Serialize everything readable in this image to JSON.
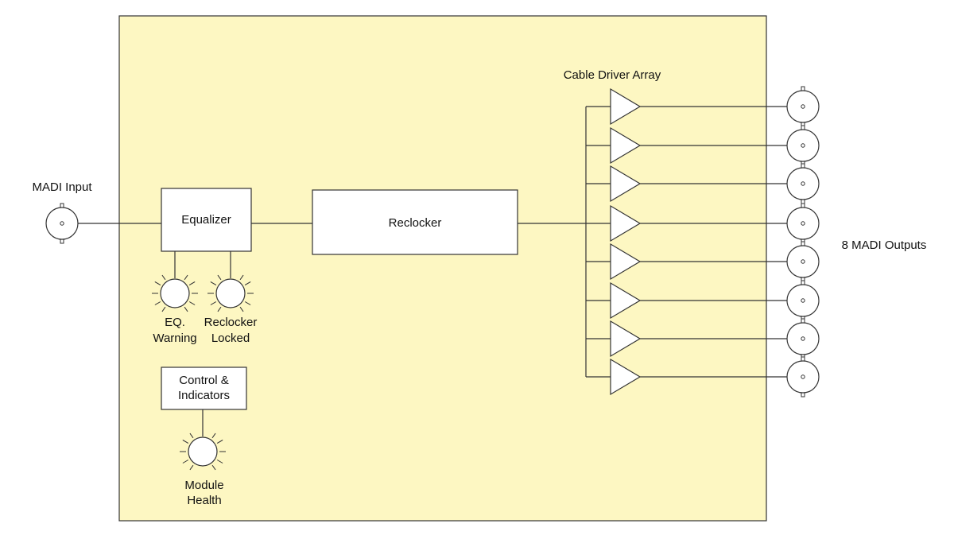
{
  "colors": {
    "panel_fill": "#fdf7c2",
    "stroke": "#333333",
    "box_fill": "#ffffff"
  },
  "labels": {
    "madi_input": "MADI Input",
    "madi_outputs": "8 MADI Outputs",
    "cable_driver_array": "Cable Driver Array"
  },
  "blocks": {
    "equalizer": "Equalizer",
    "reclocker": "Reclocker",
    "control_line1": "Control &",
    "control_line2": "Indicators"
  },
  "indicators": {
    "eq_warning_line1": "EQ.",
    "eq_warning_line2": "Warning",
    "reclocker_locked_line1": "Reclocker",
    "reclocker_locked_line2": "Locked",
    "module_health_line1": "Module",
    "module_health_line2": "Health"
  },
  "outputs": {
    "count": 8,
    "icons": [
      "bnc-connector-icon",
      "buffer-amplifier-icon",
      "indicator-lamp-icon"
    ]
  }
}
